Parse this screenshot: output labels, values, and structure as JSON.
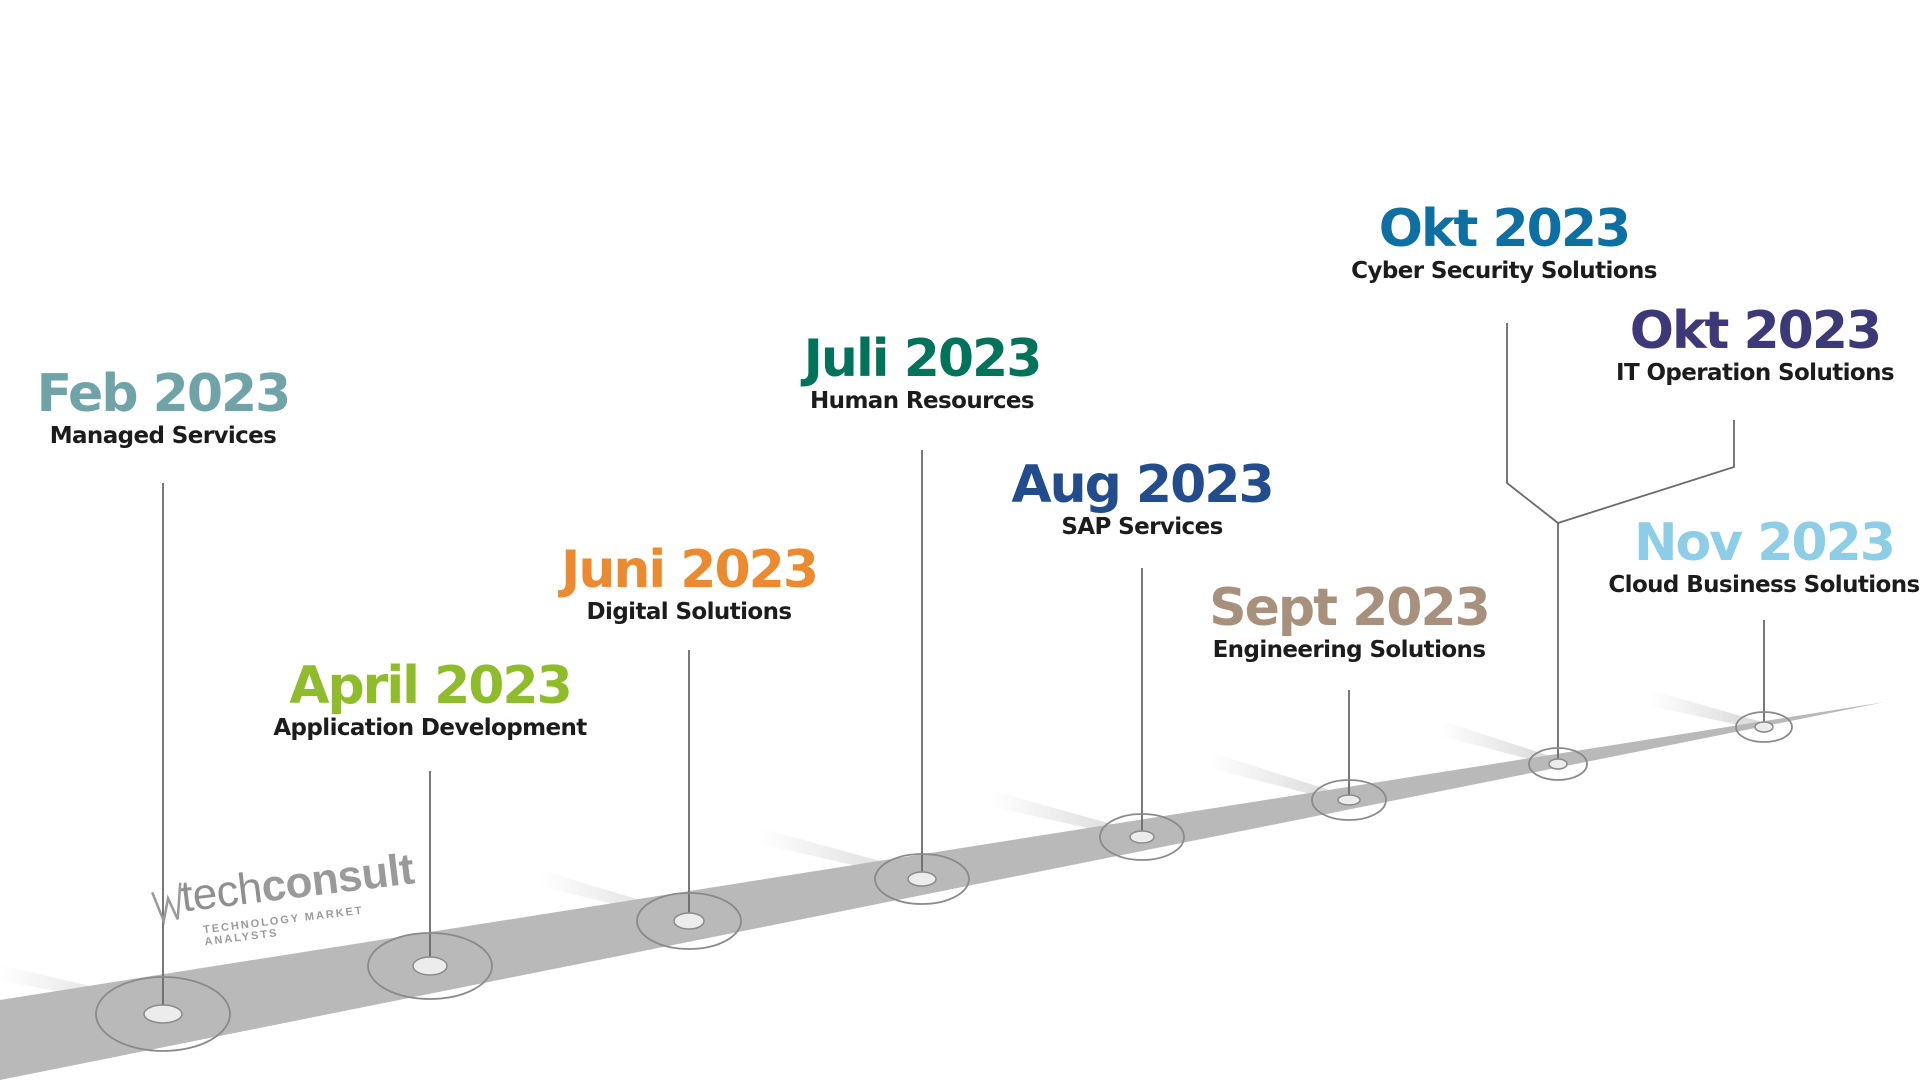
{
  "logo": {
    "brand_light": "tech",
    "brand_bold": "consult",
    "tagline": "TECHNOLOGY MARKET ANALYSTS"
  },
  "colors": {
    "road": "#b9b9b9",
    "line": "#6a6a6a",
    "ring": "#8a8a8a",
    "dot_fill": "#ececec"
  },
  "milestones": [
    {
      "date": "Feb 2023",
      "topic": "Managed Services",
      "color": "#6fa3a8"
    },
    {
      "date": "April 2023",
      "topic": "Application Development",
      "color": "#8fbc2b"
    },
    {
      "date": "Juni 2023",
      "topic": "Digital Solutions",
      "color": "#eb8a2e"
    },
    {
      "date": "Juli 2023",
      "topic": "Human Resources",
      "color": "#00735a"
    },
    {
      "date": "Aug 2023",
      "topic": "SAP Services",
      "color": "#234c8c"
    },
    {
      "date": "Sept 2023",
      "topic": "Engineering Solutions",
      "color": "#a8917c"
    },
    {
      "date": "Okt 2023",
      "topic": "Cyber Security Solutions",
      "color": "#0e6fa3"
    },
    {
      "date": "Okt 2023",
      "topic": "IT Operation Solutions",
      "color": "#3d3878"
    },
    {
      "date": "Nov 2023",
      "topic": "Cloud Business Solutions",
      "color": "#8dcde6"
    }
  ]
}
